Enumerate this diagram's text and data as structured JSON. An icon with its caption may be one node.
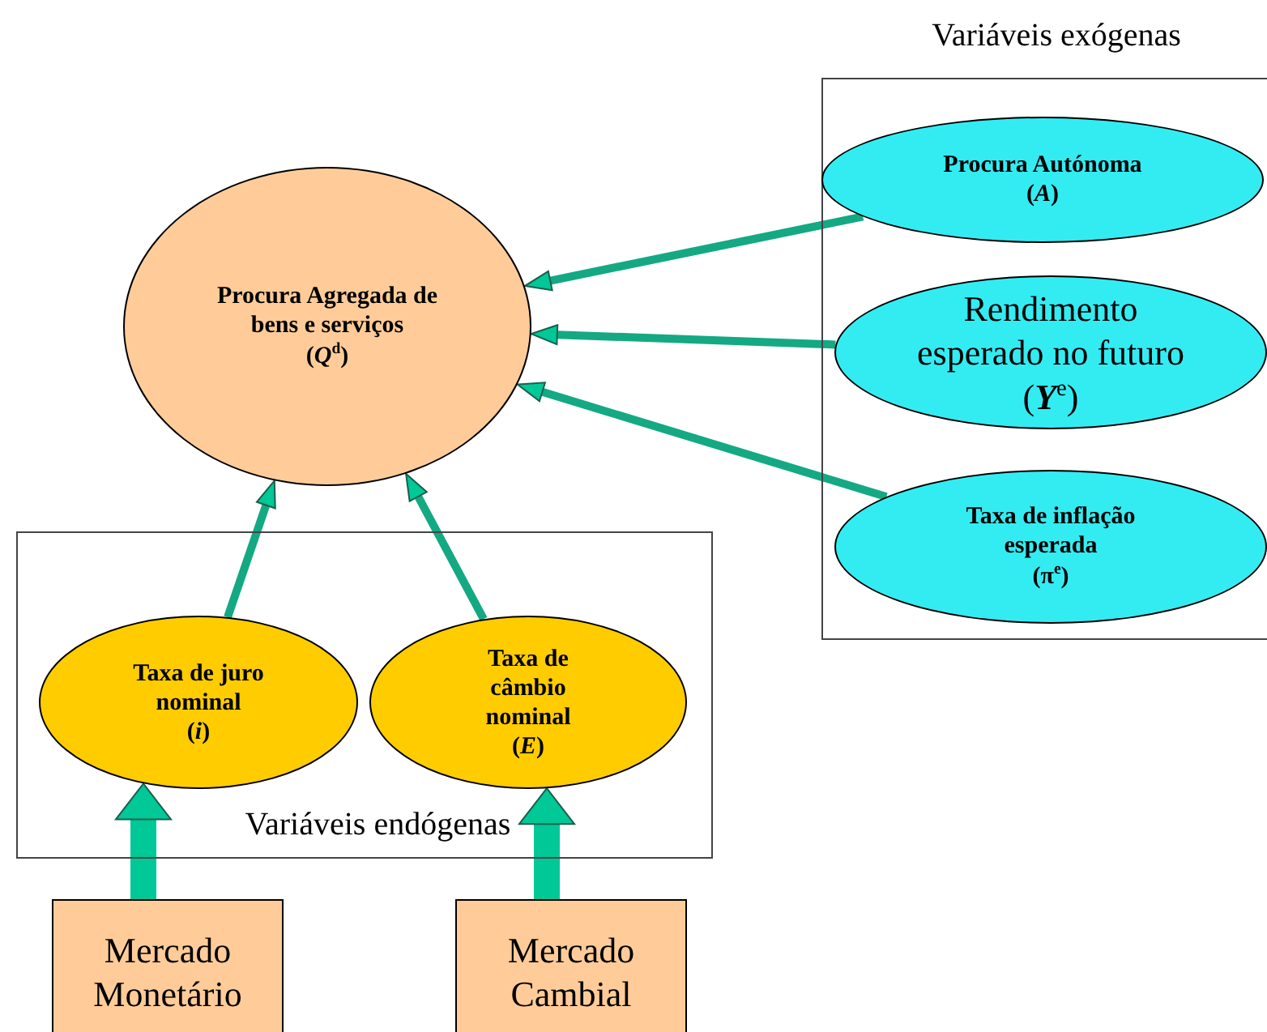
{
  "diagram": {
    "nodes": [
      {
        "text": [
          "Variáveis exógenas"
        ]
      },
      {
        "text": [
          "Procura Autónoma",
          "(*A*)"
        ],
        "in": 0
      },
      {
        "text": [
          "Rendimento esperado no futuro",
          "(*Y*$^{e}$)"
        ],
        "in": 0
      },
      {
        "text": [
          "Taxa de inflação esperada",
          "(π$^{e}$)"
        ],
        "in": 0
      },
      {
        "text": [
          "Procura Agregada de bens e serviços",
          "(*Q*$^{d}$)"
        ]
      },
      {
        "text": [
          "Variáveis endógenas"
        ]
      },
      {
        "text": [
          "Taxa de juro nominal",
          "(*i*)"
        ],
        "in": 5
      },
      {
        "text": [
          "Taxa de câmbio nominal",
          "(*E*)"
        ],
        "in": 5
      },
      {
        "text": [
          "Mercado Monetário"
        ]
      },
      {
        "text": [
          "Mercado Cambial"
        ]
      }
    ],
    "edges": [
      {
        "from": 1,
        "to": 4,
        "arrow": "to"
      },
      {
        "from": 2,
        "to": 4,
        "arrow": "to"
      },
      {
        "from": 3,
        "to": 4,
        "arrow": "to"
      },
      {
        "from": 6,
        "to": 4,
        "arrow": "to"
      },
      {
        "from": 7,
        "to": 4,
        "arrow": "to"
      },
      {
        "from": 8,
        "to": 6,
        "arrow": "to",
        "style": "thick"
      },
      {
        "from": 9,
        "to": 7,
        "arrow": "to",
        "style": "thick"
      }
    ]
  }
}
